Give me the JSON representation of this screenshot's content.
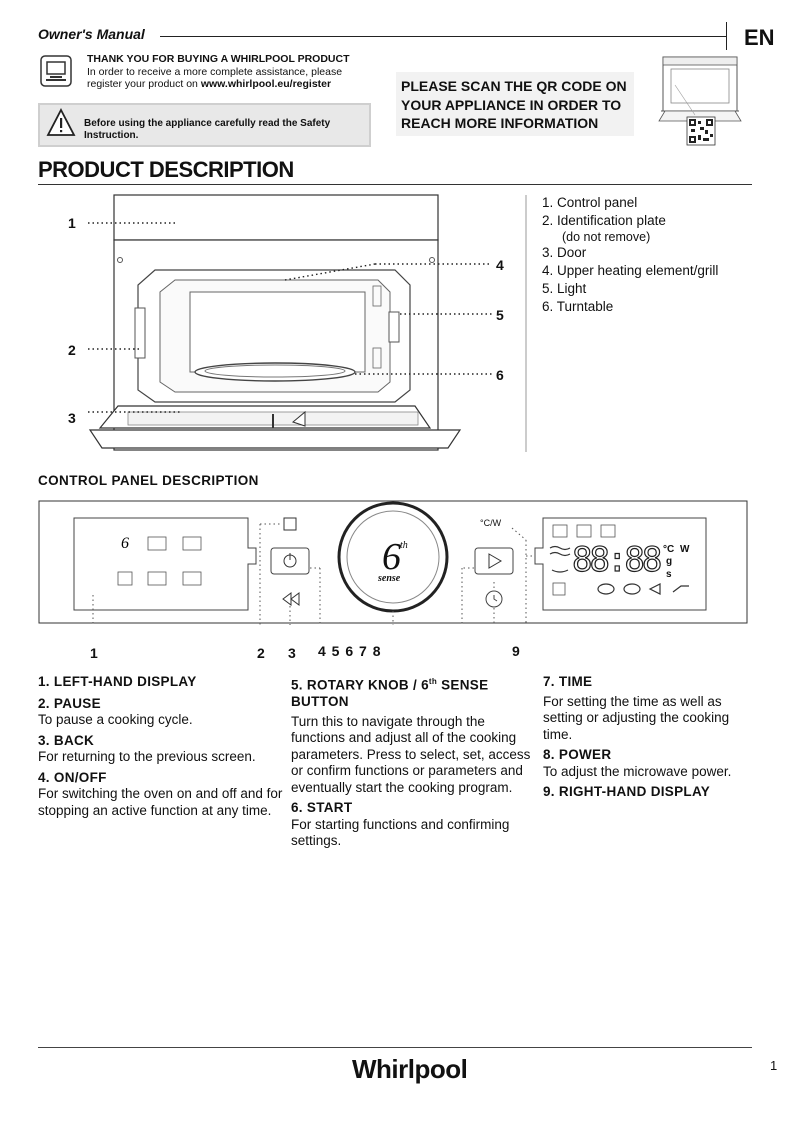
{
  "header": {
    "title": "Owner's Manual",
    "lang": "EN"
  },
  "register": {
    "line1": "THANK YOU FOR BUYING A WHIRLPOOL PRODUCT",
    "line2": "In order to receive a more complete assistance, please",
    "line3_pre": "register your product on ",
    "url": "www.whirlpool.eu/register"
  },
  "warning": {
    "line1": "Before using the appliance carefully read the Safety",
    "line2": "Instruction."
  },
  "qr": {
    "line1": "PLEASE SCAN THE QR CODE ON",
    "line2": "YOUR APPLIANCE IN ORDER TO",
    "line3": "REACH MORE INFORMATION"
  },
  "product_description": {
    "title": "PRODUCT DESCRIPTION",
    "callouts": [
      "1",
      "2",
      "3",
      "4",
      "5",
      "6"
    ],
    "parts": [
      "1. Control panel",
      "2. Identification plate",
      "3. Door",
      "4. Upper heating element/grill",
      "5. Light",
      "6. Turntable"
    ],
    "parts_note": "(do not remove)"
  },
  "control_panel": {
    "title": "CONTROL PANEL DESCRIPTION",
    "callouts": [
      "1",
      "2",
      "3",
      "4 5 6 7 8",
      "9"
    ],
    "unit_label": "°C/W",
    "display_digits": "88:88",
    "display_units": [
      "°C",
      "W",
      "g",
      "s"
    ],
    "knob_text": "6",
    "knob_sup": "th",
    "knob_sense": "sense"
  },
  "descriptions": {
    "col1": [
      {
        "head": "1. LEFT-HAND DISPLAY",
        "text": ""
      },
      {
        "head": "2. PAUSE",
        "text": "To pause a cooking cycle."
      },
      {
        "head": "3. BACK",
        "text": "For returning to the previous screen."
      },
      {
        "head": "4. ON/OFF",
        "text": "For switching the oven on and off and for stopping an active function at any time."
      }
    ],
    "col2": [
      {
        "head": "5. ROTARY KNOB / 6",
        "head_sup": "th",
        "head_post": " SENSE",
        "head_line2": "BUTTON",
        "text": "Turn this to navigate through the functions and adjust all of the cooking parameters. Press to select, set, access or confirm functions or parameters and eventually start the cooking program."
      },
      {
        "head": "6. START",
        "text": "For starting functions and confirming settings."
      }
    ],
    "col3": [
      {
        "head": "7. TIME",
        "text": "For setting the time as well as setting or adjusting the cooking time."
      },
      {
        "head": "8. POWER",
        "text": "To adjust the microwave power."
      },
      {
        "head": "9. RIGHT-HAND DISPLAY",
        "text": ""
      }
    ]
  },
  "footer": {
    "brand": "Whirlpool",
    "page": "1"
  }
}
